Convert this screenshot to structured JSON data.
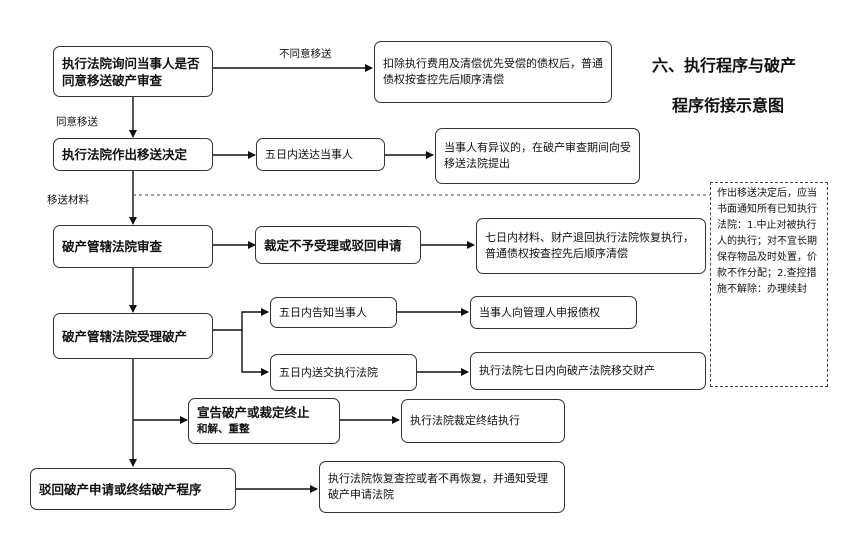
{
  "title": {
    "line1": "六、执行程序与破产",
    "line2": "程序衔接示意图"
  },
  "nodes": {
    "ask": "执行法院询问当事人是否同意移送破产审查",
    "disagree_result": "扣除执行费用及清偿优先受偿的债权后，普通债权按查控先后顺序清偿",
    "decision": "执行法院作出移送决定",
    "notify5": "五日内送达当事人",
    "objection": "当事人有异议的，在破产审查期间向受移送法院提出",
    "review": "破产管辖法院审查",
    "reject": "裁定不予受理或驳回申请",
    "return7": "七日内材料、财产退回执行法院恢复执行，普通债权按查控先后顺序清偿",
    "accept": "破产管辖法院受理破产",
    "inform5": "五日内告知当事人",
    "declare_claims": "当事人向管理人申报债权",
    "send5": "五日内送交执行法院",
    "transfer_property": "执行法院七日内向破产法院移交财产",
    "bankrupt_main": "宣告破产或裁定终止",
    "bankrupt_sub": "和解、重整",
    "terminate_exec": "执行法院裁定终结执行",
    "end": "驳回破产申请或终结破产程序",
    "resume": "执行法院恢复查控或者不再恢复，并通知受理破产申请法院"
  },
  "edge_labels": {
    "disagree": "不同意移送",
    "agree": "同意移送",
    "materials": "移送材料"
  },
  "note": "作出移送决定后，应当书面通知所有已知执行法院：1.中止对被执行人的执行；对不宜长期保存物品及时处置，价款不作分配；2.查控措施不解除：办理续封"
}
